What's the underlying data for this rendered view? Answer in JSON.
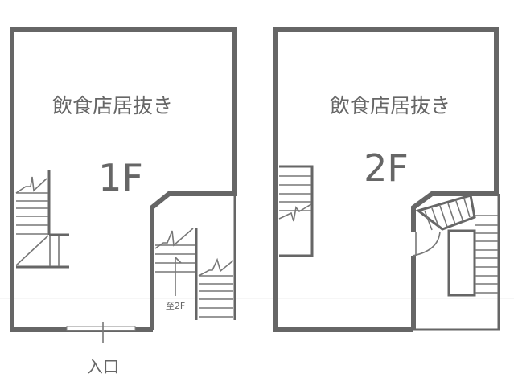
{
  "floors": [
    {
      "room_label": "飲食店居抜き",
      "floor_label": "1F",
      "stair_note": "至2F",
      "entrance_label": "入口"
    },
    {
      "room_label": "飲食店居抜き",
      "floor_label": "2F"
    }
  ]
}
